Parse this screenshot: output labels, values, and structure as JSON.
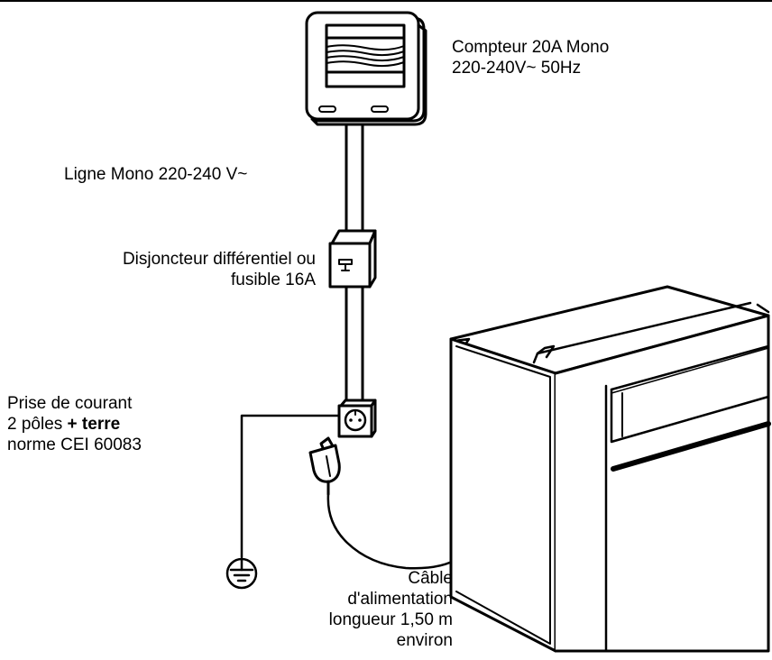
{
  "labels": {
    "meter": {
      "line1": "Compteur 20A Mono",
      "line2": "220-240V~ 50Hz"
    },
    "line": "Ligne Mono 220-240 V~",
    "breaker": {
      "line1": "Disjoncteur différentiel ou",
      "line2": "fusible 16A"
    },
    "socket": {
      "line1": "Prise de courant",
      "line2_prefix": "2 pôles ",
      "line2_bold": "+ terre",
      "line3": "norme CEI 60083"
    },
    "cable": {
      "line1": "Câble",
      "line2": "d'alimentation",
      "line3": "longueur 1,50 m",
      "line4": "environ"
    }
  },
  "icons": [
    "electric-meter-icon",
    "circuit-breaker-icon",
    "wall-socket-icon",
    "plug-icon",
    "ground-symbol-icon",
    "oven-icon"
  ],
  "colors": {
    "stroke": "#000000",
    "background": "#ffffff"
  }
}
